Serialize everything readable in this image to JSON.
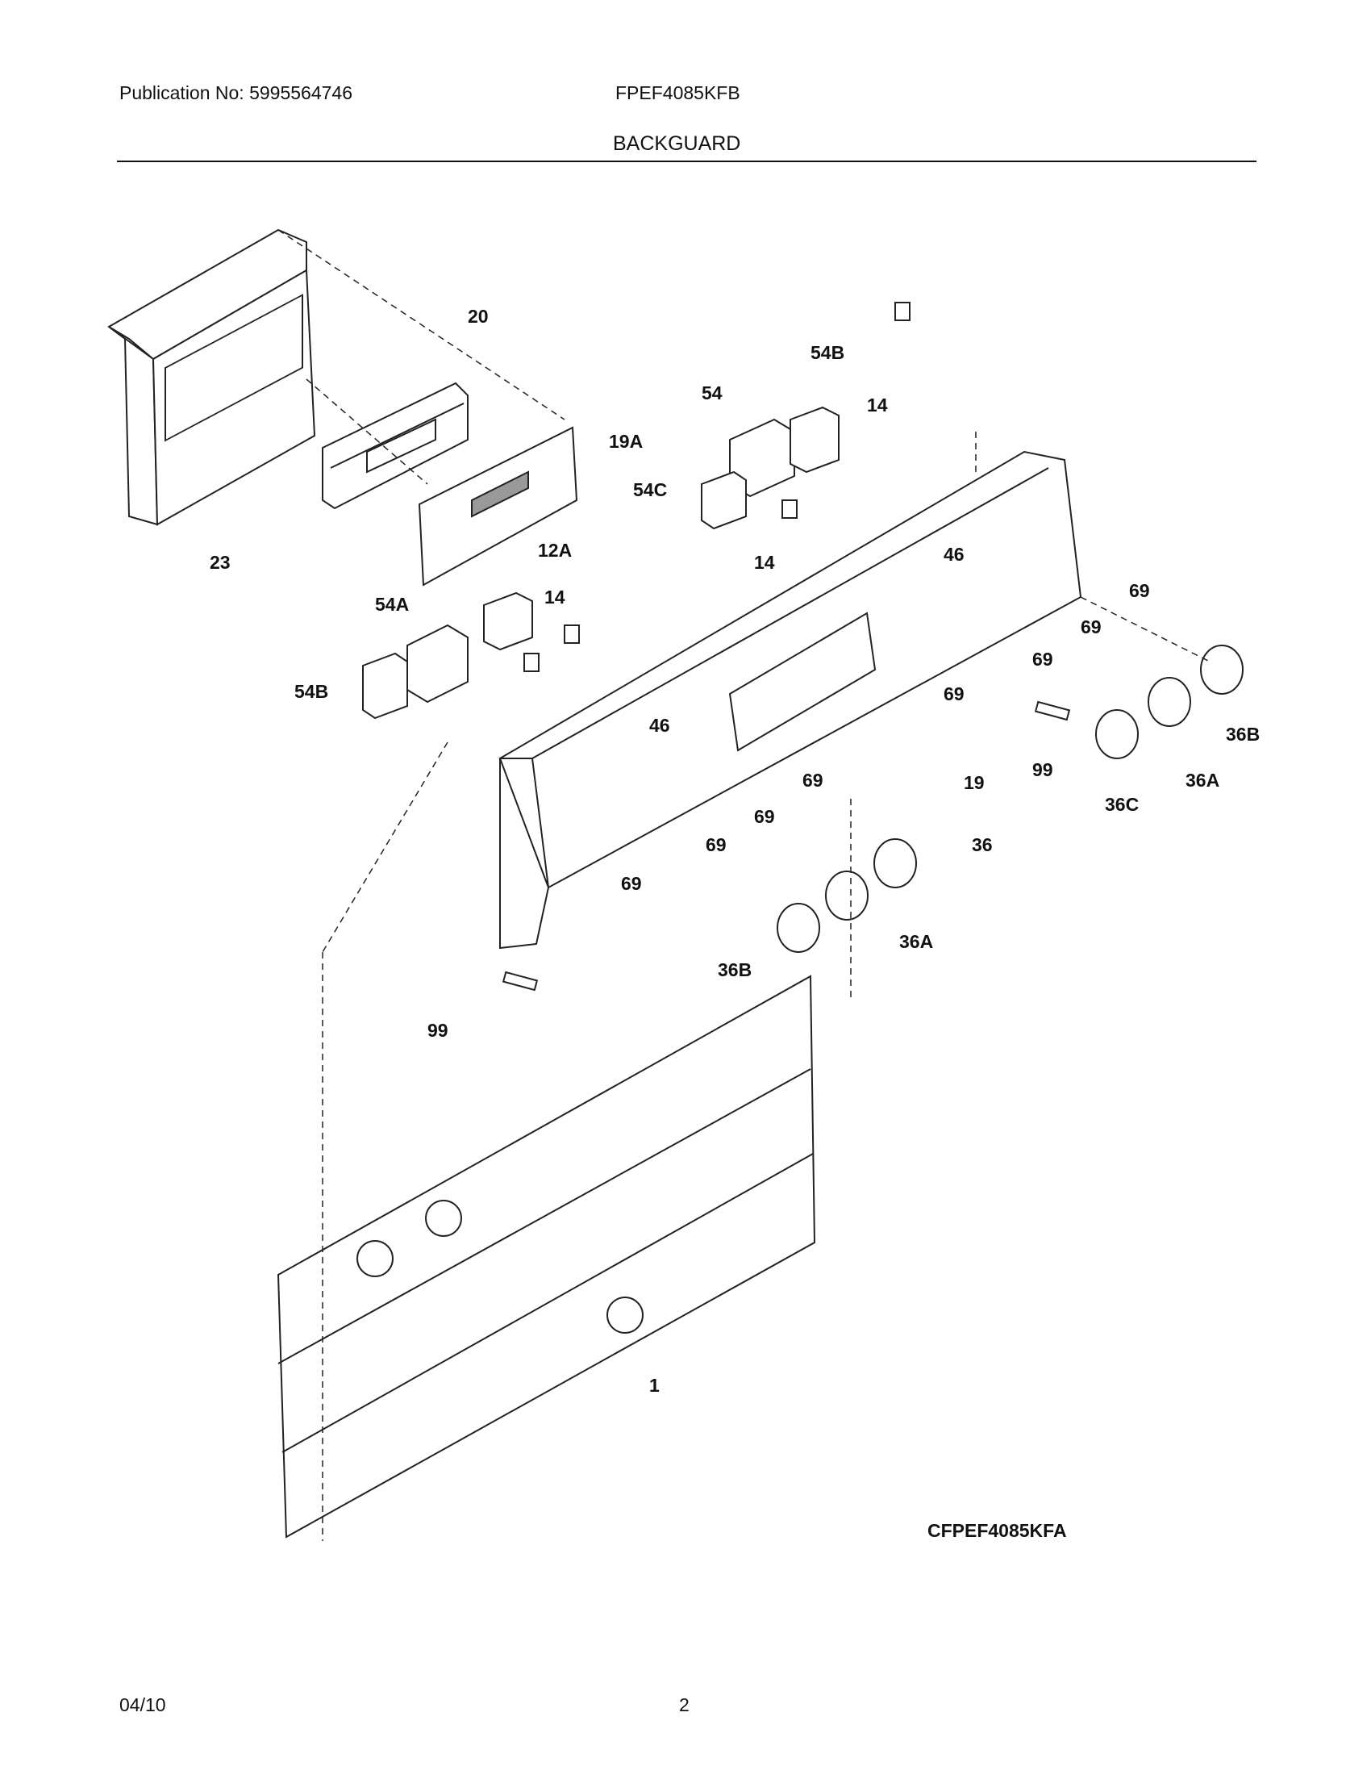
{
  "header": {
    "publication": "Publication No: 5995564746",
    "model": "FPEF4085KFB",
    "section_title": "BACKGUARD"
  },
  "diagram": {
    "drawing_code": "CFPEF4085KFA",
    "callouts": [
      "20",
      "19A",
      "23",
      "54B",
      "54",
      "14",
      "54C",
      "14",
      "12A",
      "14",
      "54A",
      "54B",
      "46",
      "69",
      "69",
      "69",
      "69",
      "46",
      "69",
      "69",
      "69",
      "69",
      "19",
      "99",
      "36B",
      "36A",
      "36C",
      "36",
      "36A",
      "36B",
      "99",
      "1"
    ]
  },
  "footer": {
    "date": "04/10",
    "page": "2"
  }
}
